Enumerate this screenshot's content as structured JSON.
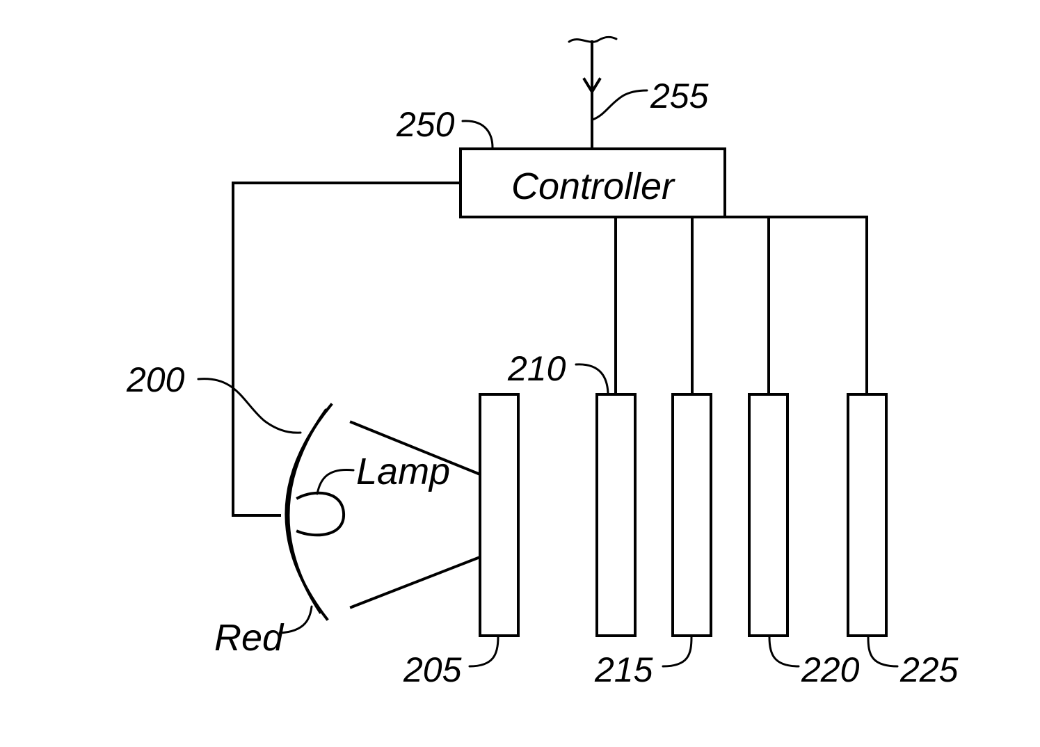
{
  "labels": {
    "controller": "Controller",
    "lamp": "Lamp",
    "red": "Red"
  },
  "refs": {
    "r200": "200",
    "r205": "205",
    "r210": "210",
    "r215": "215",
    "r220": "220",
    "r225": "225",
    "r250": "250",
    "r255": "255"
  }
}
